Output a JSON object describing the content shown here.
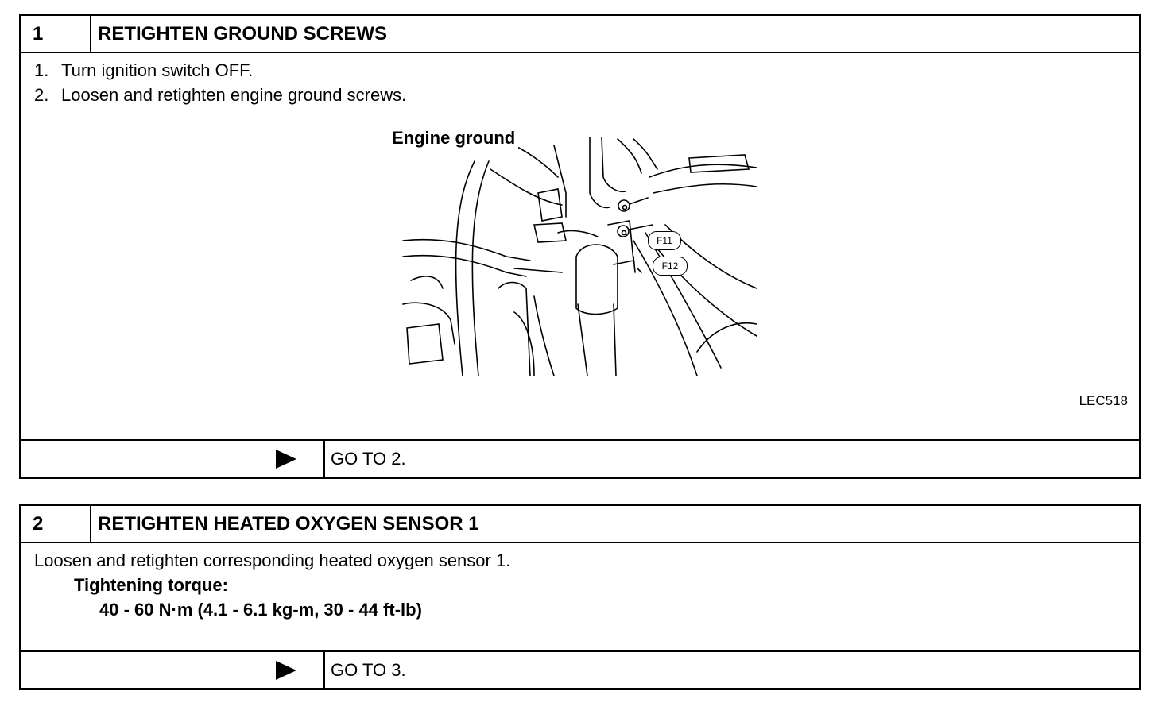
{
  "steps": [
    {
      "number": "1",
      "title": "RETIGHTEN GROUND SCREWS",
      "instructions": [
        {
          "n": "1.",
          "text": "Turn ignition switch OFF."
        },
        {
          "n": "2.",
          "text": "Loosen and retighten engine ground screws."
        }
      ],
      "figure": {
        "callout": "Engine ground",
        "labels": [
          "F11",
          "F12"
        ],
        "figure_id": "LEC518"
      },
      "action": "GO TO 2."
    },
    {
      "number": "2",
      "title": "RETIGHTEN HEATED OXYGEN SENSOR 1",
      "text": "Loosen and retighten corresponding heated oxygen sensor 1.",
      "torque_label": "Tightening torque:",
      "torque_value": "40 - 60 N·m (4.1 - 6.1 kg-m, 30 - 44 ft-lb)",
      "action": "GO TO 3."
    }
  ]
}
